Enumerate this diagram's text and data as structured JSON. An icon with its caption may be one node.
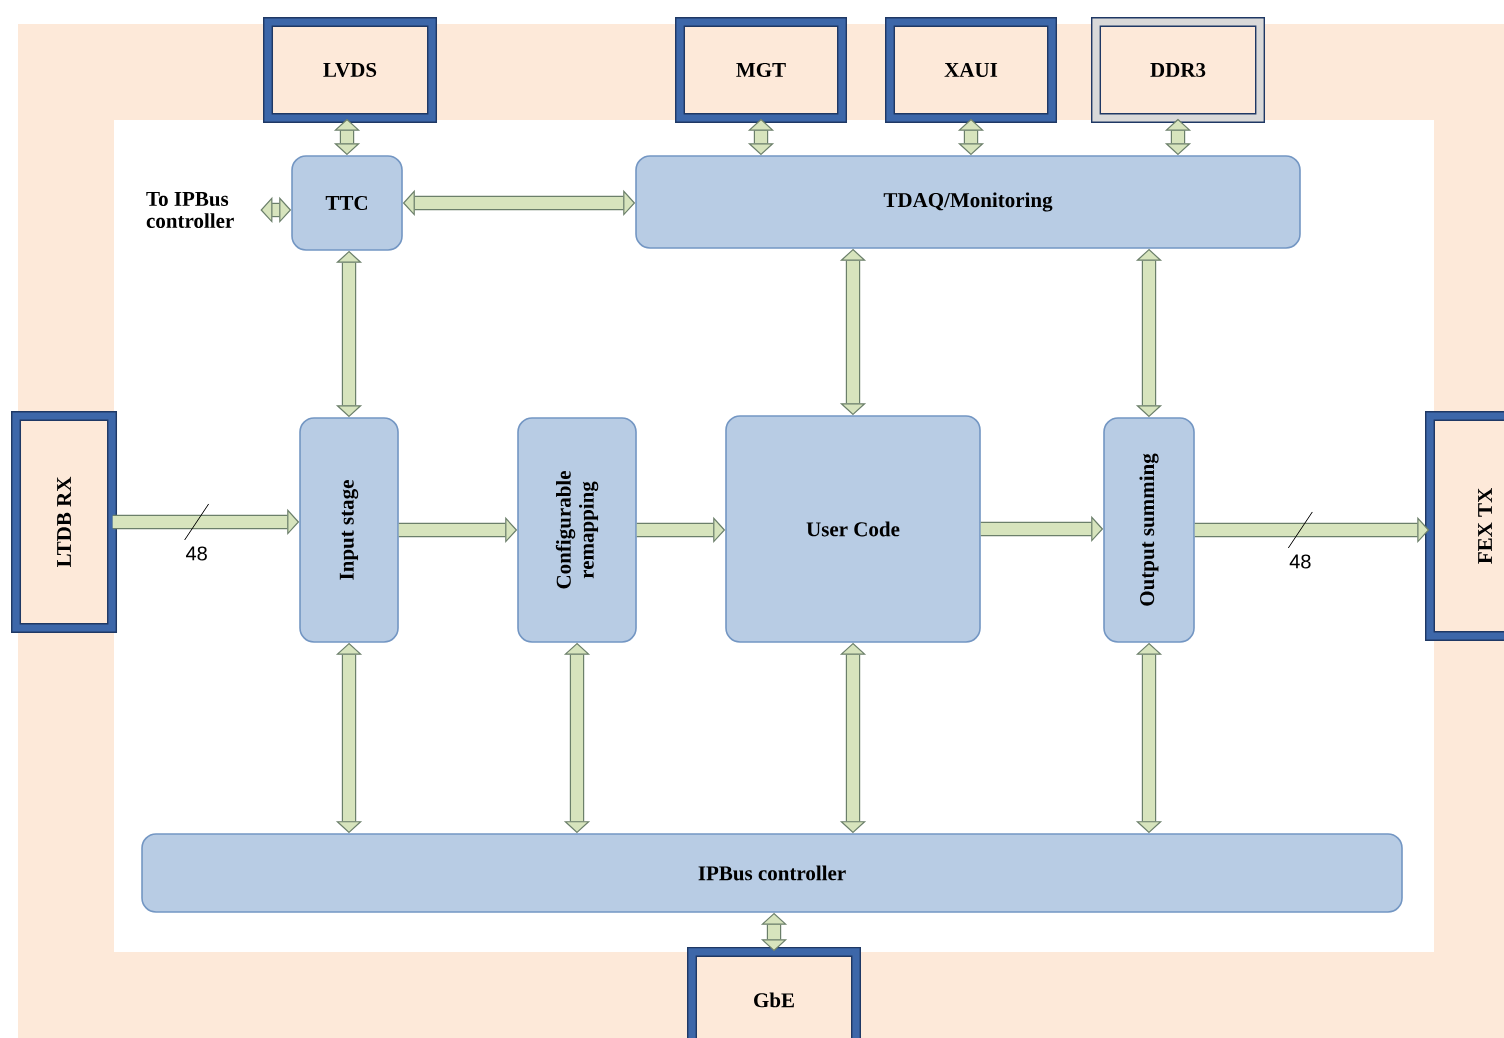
{
  "diagram": {
    "nodes": [
      {
        "text": [
          "LVDS"
        ]
      },
      {
        "text": [
          "MGT"
        ]
      },
      {
        "text": [
          "XAUI"
        ]
      },
      {
        "text": [
          "DDR3"
        ]
      },
      {
        "text": [
          "TTC"
        ]
      },
      {
        "text": [
          "TDAQ/Monitoring"
        ]
      },
      {
        "text": [
          "LTDB RX"
        ]
      },
      {
        "text": [
          "Input stage"
        ]
      },
      {
        "text": [
          "Configurable remapping"
        ]
      },
      {
        "text": [
          "User Code"
        ]
      },
      {
        "text": [
          "Output summing"
        ]
      },
      {
        "text": [
          "FEX TX"
        ]
      },
      {
        "text": [
          "IPBus controller"
        ]
      },
      {
        "text": [
          "GbE"
        ]
      },
      {
        "text": [
          "To IPBus controller"
        ]
      }
    ],
    "edges": [
      {
        "from": 0,
        "to": 4,
        "arrow": "both"
      },
      {
        "from": 1,
        "to": 5,
        "arrow": "both"
      },
      {
        "from": 2,
        "to": 5,
        "arrow": "both"
      },
      {
        "from": 3,
        "to": 5,
        "arrow": "both"
      },
      {
        "from": 14,
        "to": 4,
        "arrow": "both"
      },
      {
        "from": 4,
        "to": 5,
        "arrow": "both"
      },
      {
        "from": 4,
        "to": 7,
        "arrow": "both"
      },
      {
        "from": 5,
        "to": 9,
        "arrow": "both"
      },
      {
        "from": 5,
        "to": 10,
        "arrow": "both"
      },
      {
        "from": 6,
        "to": 7,
        "arrow": "to",
        "label": "48"
      },
      {
        "from": 7,
        "to": 8,
        "arrow": "to"
      },
      {
        "from": 8,
        "to": 9,
        "arrow": "to"
      },
      {
        "from": 9,
        "to": 10,
        "arrow": "to"
      },
      {
        "from": 10,
        "to": 11,
        "arrow": "to",
        "label": "48"
      },
      {
        "from": 7,
        "to": 12,
        "arrow": "both"
      },
      {
        "from": 8,
        "to": 12,
        "arrow": "both"
      },
      {
        "from": 9,
        "to": 12,
        "arrow": "both"
      },
      {
        "from": 10,
        "to": 12,
        "arrow": "both"
      },
      {
        "from": 12,
        "to": 13,
        "arrow": "both"
      }
    ]
  }
}
